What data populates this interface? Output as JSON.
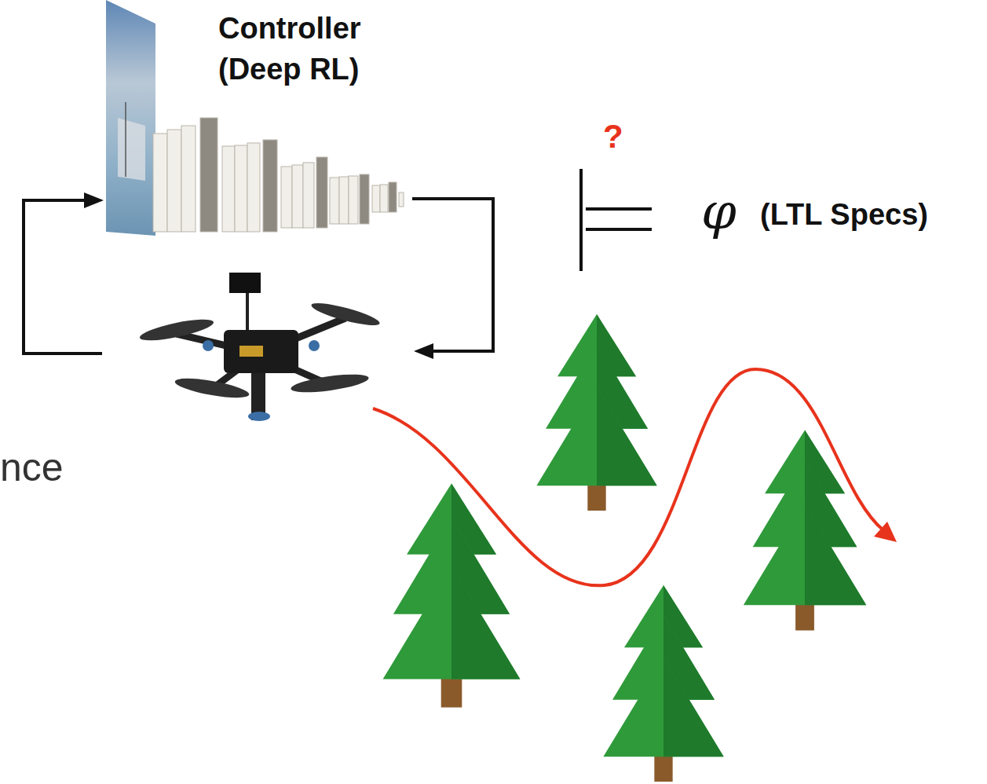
{
  "diagram": {
    "labels": [
      "Controller (Deep RL)",
      "?",
      "φ",
      "(LTL Specs)",
      "nce"
    ]
  }
}
